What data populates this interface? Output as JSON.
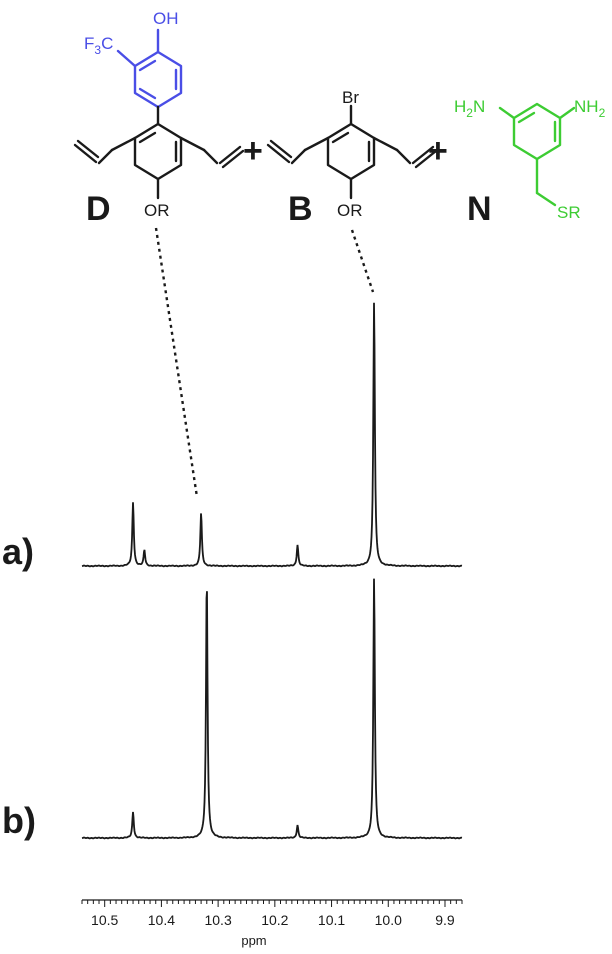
{
  "colors": {
    "ink": "#1a1a1a",
    "compound_D": "#4a4ee6",
    "compound_N": "#3dcc33"
  },
  "scheme": {
    "compound_D": {
      "label": "D",
      "or": "OR",
      "oh": "OH",
      "cf3": {
        "f": "F",
        "sub": "3",
        "c": "C"
      }
    },
    "plus_1": "+",
    "compound_B": {
      "label": "B",
      "or": "OR",
      "br": "Br"
    },
    "plus_2": "+",
    "compound_N": {
      "label": "N",
      "sr": "SR",
      "nh2_left": {
        "main": "H",
        "sub": "2",
        "n": "N"
      },
      "nh2_right": {
        "main": "NH",
        "sub": "2"
      }
    }
  },
  "chart_data": {
    "type": "line",
    "x_axis": {
      "label": "ppm",
      "ticks": [
        "10.5",
        "10.4",
        "10.3",
        "10.2",
        "10.1",
        "10.0",
        "9.9"
      ],
      "range": [
        10.54,
        9.87
      ],
      "reversed": true
    },
    "series": [
      {
        "panel_label": "a)",
        "peaks": [
          {
            "ppm": 10.45,
            "rel_height": 0.24
          },
          {
            "ppm": 10.43,
            "rel_height": 0.06
          },
          {
            "ppm": 10.33,
            "rel_height": 0.2
          },
          {
            "ppm": 10.16,
            "rel_height": 0.08
          },
          {
            "ppm": 10.025,
            "rel_height": 1.0
          }
        ]
      },
      {
        "panel_label": "b)",
        "peaks": [
          {
            "ppm": 10.45,
            "rel_height": 0.1
          },
          {
            "ppm": 10.32,
            "rel_height": 1.0
          },
          {
            "ppm": 10.16,
            "rel_height": 0.05
          },
          {
            "ppm": 10.025,
            "rel_height": 1.0
          }
        ]
      }
    ],
    "correlations": [
      {
        "from": "D",
        "to_ppm": 10.33,
        "spectrum": "a)"
      },
      {
        "from": "B",
        "to_ppm": 10.025,
        "spectrum": "a)"
      }
    ]
  }
}
